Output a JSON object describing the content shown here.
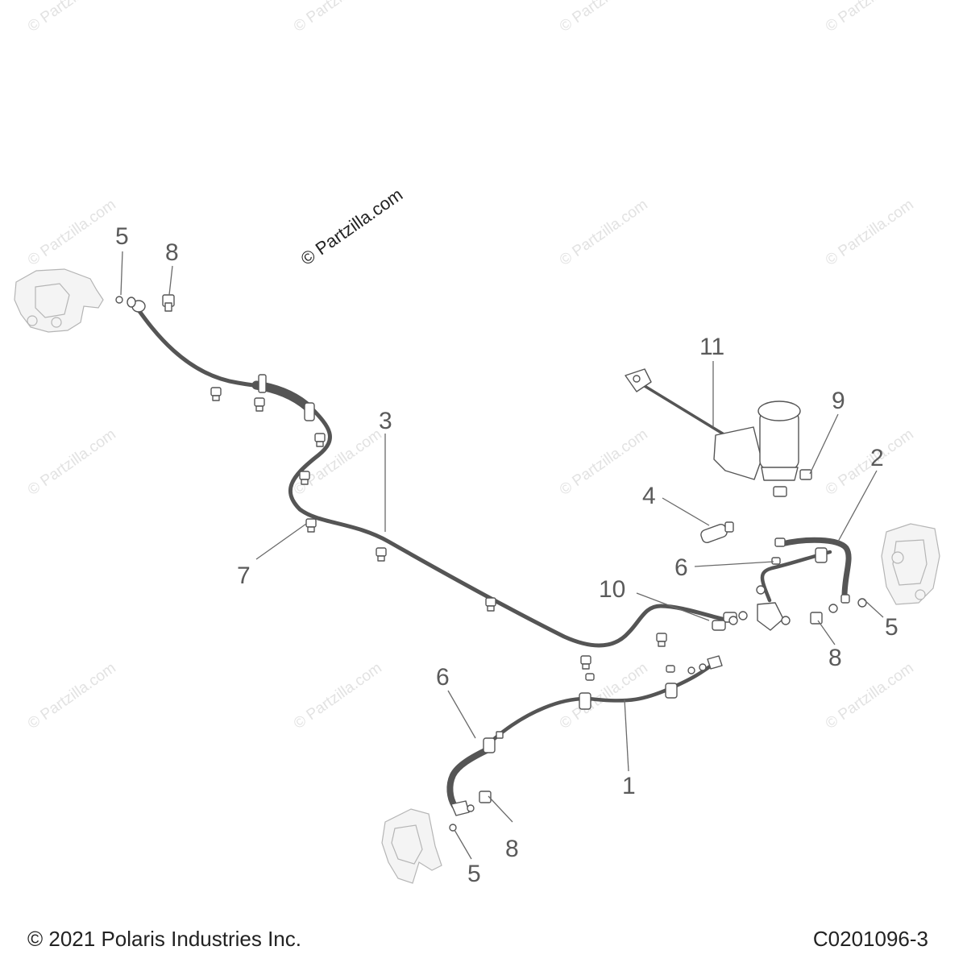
{
  "watermark": {
    "main": "© Partzilla.com",
    "tile": "© Partzilla.com"
  },
  "callouts": [
    "5",
    "8",
    "3",
    "7",
    "11",
    "9",
    "2",
    "4",
    "6",
    "10",
    "5",
    "8",
    "6",
    "1",
    "8",
    "5"
  ],
  "footer": {
    "copyright": "© 2021 Polaris Industries Inc.",
    "drawing_code": "C0201096-3"
  }
}
